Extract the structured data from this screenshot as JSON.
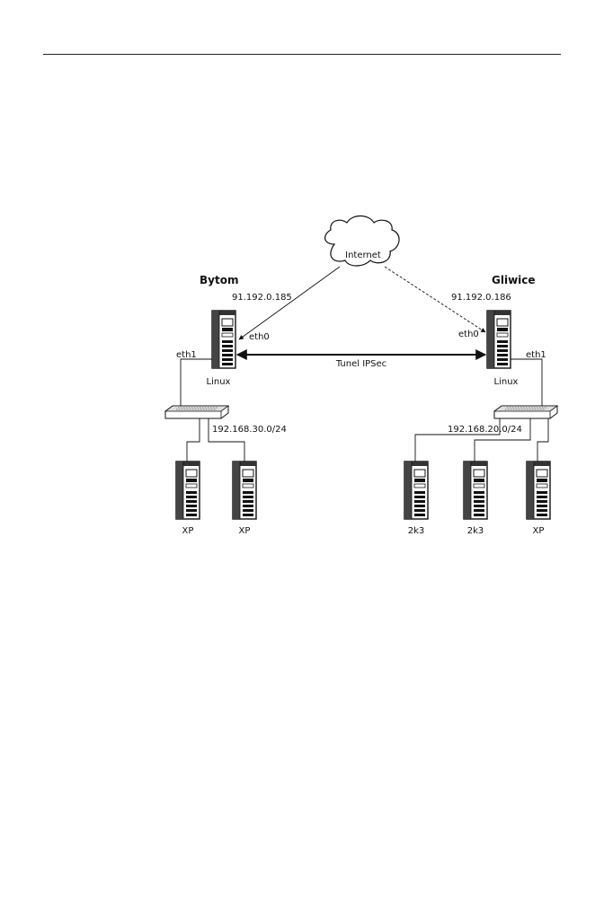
{
  "internet": {
    "label": "Internet"
  },
  "sites": {
    "left": {
      "name": "Bytom",
      "public_ip": "91.192.0.185",
      "wan_iface": "eth0",
      "lan_iface": "eth1",
      "router_os": "Linux",
      "subnet": "192.168.30.0/24",
      "clients": [
        "XP",
        "XP"
      ]
    },
    "right": {
      "name": "Gliwice",
      "public_ip": "91.192.0.186",
      "wan_iface": "eth0",
      "lan_iface": "eth1",
      "router_os": "Linux",
      "subnet": "192.168.20.0/24",
      "clients": [
        "2k3",
        "2k3",
        "XP"
      ]
    }
  },
  "tunnel": {
    "label": "Tunel IPSec"
  }
}
